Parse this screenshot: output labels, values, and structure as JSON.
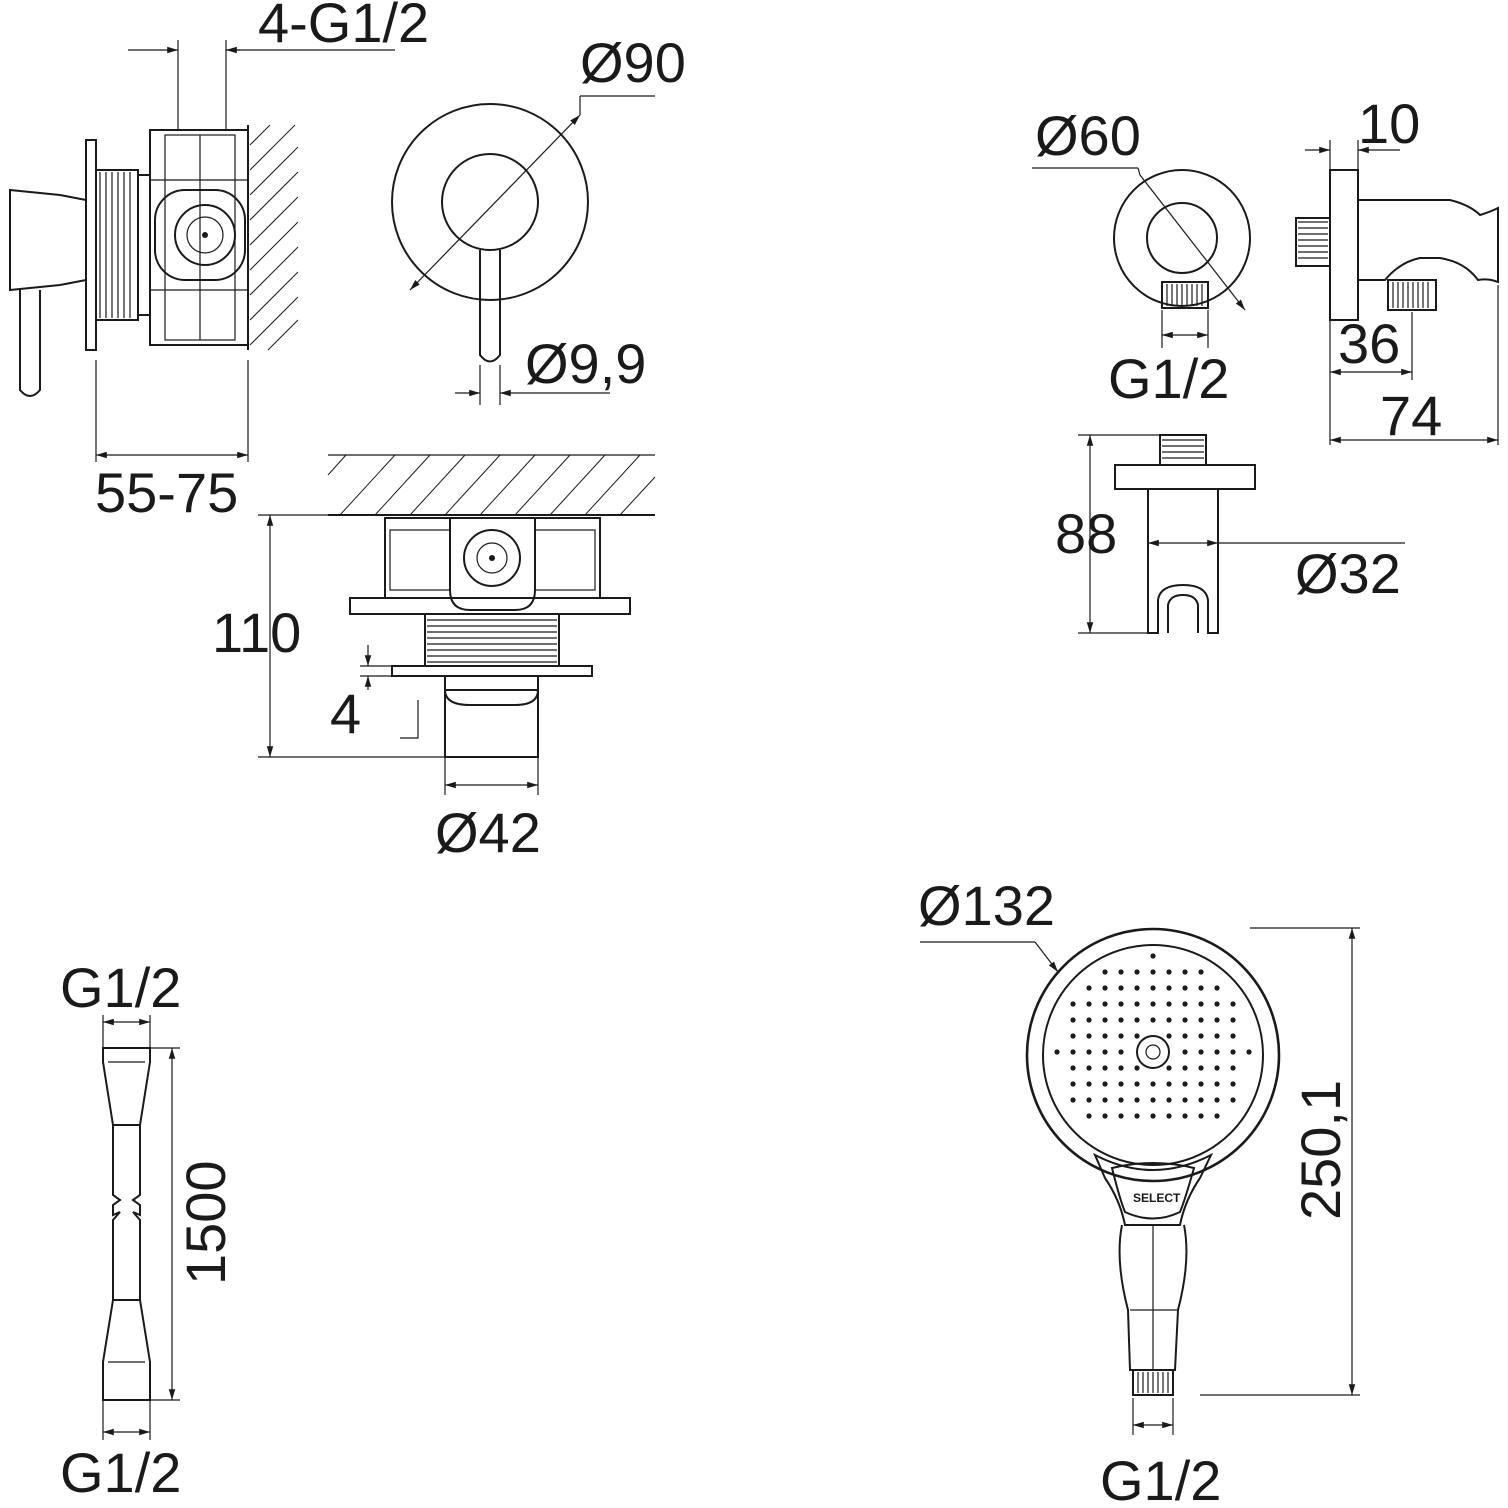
{
  "mixer": {
    "inlets": "4-G1/2",
    "plate_diameter": "Ø90",
    "lever_diameter": "Ø9,9",
    "depth_range": "55-75",
    "height": "110",
    "plate_thickness": "4",
    "body_diameter": "Ø42"
  },
  "wall_outlet": {
    "flange_diameter": "Ø60",
    "thread": "G1/2",
    "plate_thickness": "10",
    "outlet_offset": "36",
    "projection": "74",
    "height": "88",
    "holder_diameter": "Ø32"
  },
  "hose": {
    "thread_top": "G1/2",
    "length": "1500",
    "thread_bottom": "G1/2"
  },
  "hand_shower": {
    "head_diameter": "Ø132",
    "length": "250,1",
    "thread": "G1/2",
    "button_text": "SELECT"
  },
  "colors": {
    "line": "#1a1a1a",
    "background": "#ffffff"
  }
}
